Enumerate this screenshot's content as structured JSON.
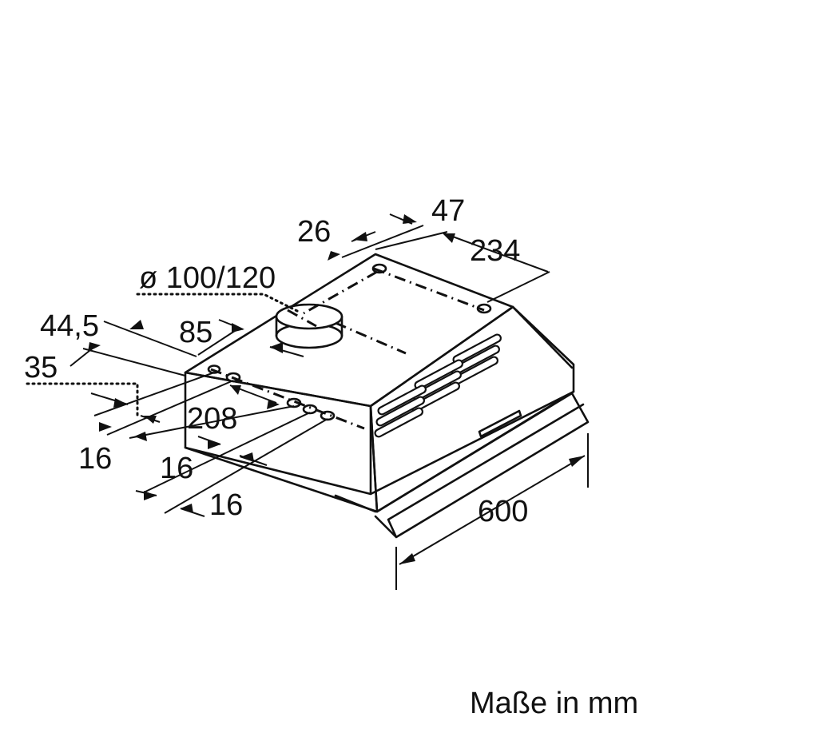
{
  "dimensions": {
    "d47": "47",
    "d26": "26",
    "d234": "234",
    "duct": "ø 100/120",
    "d44_5": "44,5",
    "d85": "85",
    "d35": "35",
    "d208": "208",
    "d16_a": "16",
    "d16_b": "16",
    "d16_c": "16",
    "d600": "600"
  },
  "caption": "Maße in mm"
}
